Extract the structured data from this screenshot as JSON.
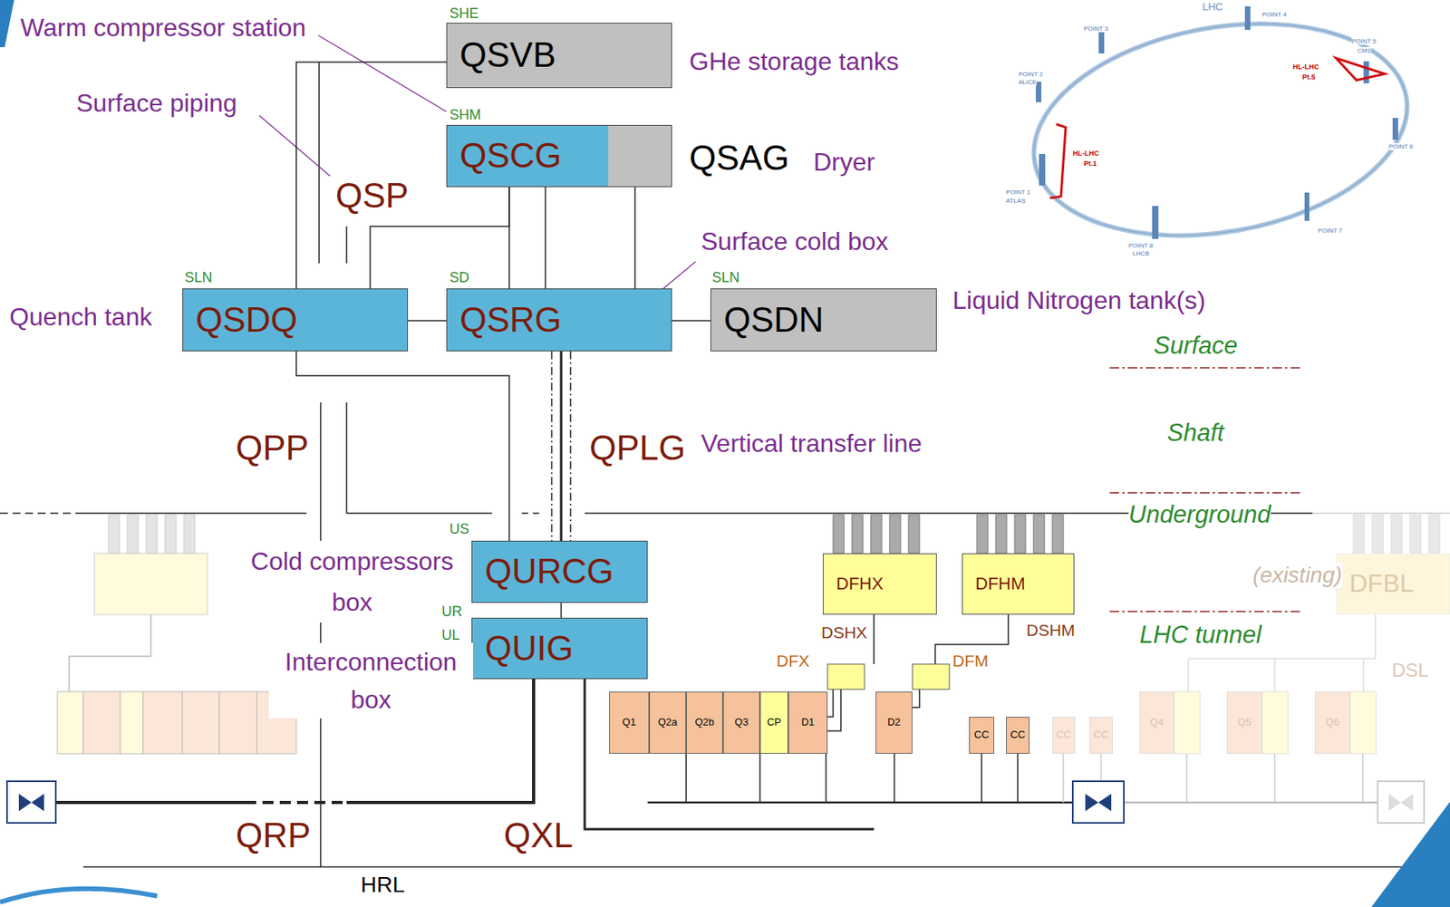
{
  "diagram": {
    "nodes": [
      {
        "text": [
          "QSVB"
        ]
      },
      {
        "text": [
          "QSCG"
        ]
      },
      {
        "text": [
          "QSDQ"
        ]
      },
      {
        "text": [
          "QSRG"
        ]
      },
      {
        "text": [
          "QSDN"
        ]
      },
      {
        "text": [
          "QURCG"
        ]
      },
      {
        "text": [
          "QUIG"
        ]
      },
      {
        "text": [
          "DFHX"
        ]
      },
      {
        "text": [
          "DFHM"
        ]
      },
      {
        "text": [
          "DFBL"
        ]
      },
      {
        "text": [
          "Q1"
        ]
      },
      {
        "text": [
          "Q2a"
        ]
      },
      {
        "text": [
          "Q2b"
        ]
      },
      {
        "text": [
          "Q3"
        ]
      },
      {
        "text": [
          "CP"
        ]
      },
      {
        "text": [
          "D1"
        ]
      },
      {
        "text": [
          "D2"
        ]
      },
      {
        "text": [
          "CC"
        ]
      },
      {
        "text": [
          "CC"
        ]
      },
      {
        "text": [
          "CC"
        ]
      },
      {
        "text": [
          "CC"
        ]
      },
      {
        "text": [
          "Q4"
        ]
      },
      {
        "text": [
          "Q5"
        ]
      },
      {
        "text": [
          "Q6"
        ]
      }
    ],
    "edges": [
      {
        "from": 0,
        "to": 2,
        "arrow": "none"
      },
      {
        "from": 1,
        "to": 3,
        "arrow": "none"
      },
      {
        "from": 1,
        "to": 3,
        "arrow": "none"
      },
      {
        "from": 1,
        "to": 3,
        "arrow": "none"
      },
      {
        "from": 1,
        "to": 2,
        "arrow": "none"
      },
      {
        "from": 2,
        "to": 3,
        "arrow": "none"
      },
      {
        "from": 3,
        "to": 4,
        "arrow": "none"
      },
      {
        "from": 3,
        "to": 5,
        "arrow": "none"
      },
      {
        "from": 2,
        "to": 5,
        "arrow": "none"
      },
      {
        "from": 5,
        "to": 6,
        "arrow": "none"
      }
    ],
    "labels": [
      "Warm compressor station",
      "SHE",
      "GHe storage tanks",
      "LHC",
      "POINT 4",
      "POINT 3",
      "POINT 5",
      "CMS",
      "HL-LHC",
      "Pt.5",
      "POINT 2",
      "ALICE",
      "Surface piping",
      "SHM",
      "QSAG",
      "Dryer",
      "POINT 6",
      "HL-LHC",
      "Pt.1",
      "QSP",
      "POINT 1",
      "ATLAS",
      "Surface cold box",
      "POINT 7",
      "POINT 8",
      "LHCB",
      "SLN",
      "SD",
      "SLN",
      "Quench tank",
      "Liquid Nitrogen tank(s)",
      "Surface",
      "QPP",
      "QPLG",
      "Vertical transfer line",
      "Shaft",
      "Underground",
      "US",
      "Cold compressors box",
      "(existing)",
      "UR",
      "UL",
      "LHC tunnel",
      "DSHX",
      "DSHM",
      "Interconnection box",
      "DFX",
      "DFM",
      "DSL",
      "QRP",
      "QXL",
      "HRL"
    ]
  }
}
